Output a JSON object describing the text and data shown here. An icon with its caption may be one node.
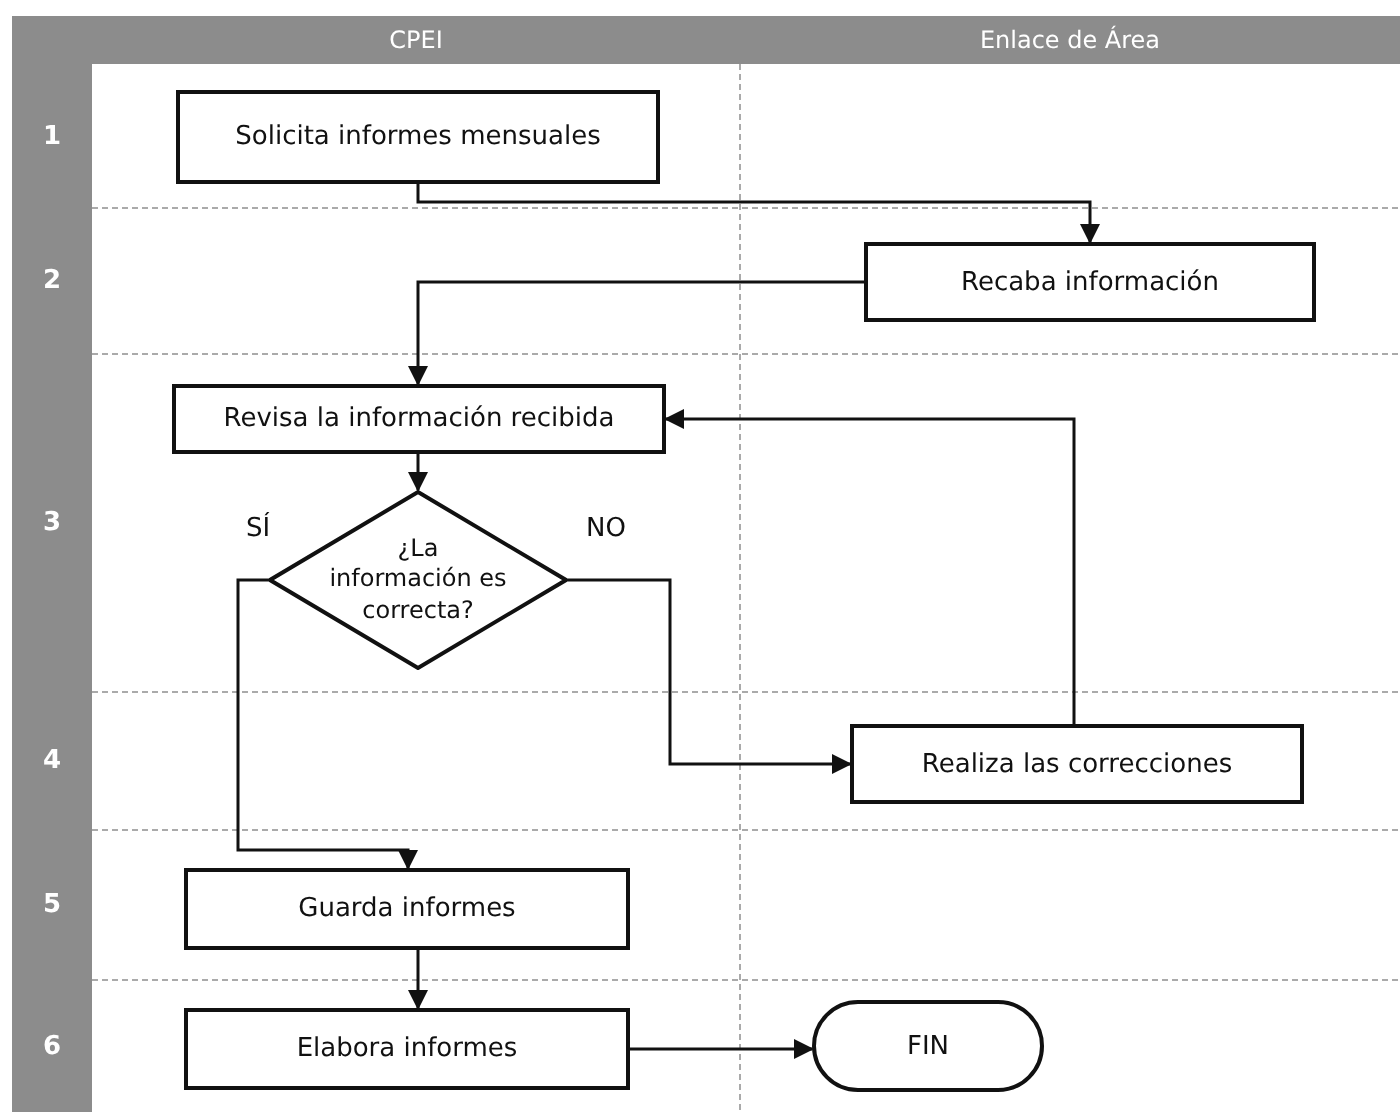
{
  "diagram": {
    "nodes": [
      {
        "text": [
          "CPEI"
        ]
      },
      {
        "text": [
          "Enlace de Área"
        ]
      },
      {
        "text": [
          "Solicita informes mensuales"
        ]
      },
      {
        "text": [
          "Recaba información"
        ]
      },
      {
        "text": [
          "Revisa la información recibida"
        ]
      },
      {
        "text": [
          "¿La información es correcta?"
        ]
      },
      {
        "text": [
          "Realiza las correcciones"
        ]
      },
      {
        "text": [
          "Guarda informes"
        ]
      },
      {
        "text": [
          "Elabora informes"
        ]
      },
      {
        "text": [
          "FIN"
        ]
      }
    ],
    "edges": [
      {
        "from": 2,
        "to": 3,
        "arrow": "to"
      },
      {
        "from": 3,
        "to": 4,
        "arrow": "to"
      },
      {
        "from": 4,
        "to": 5,
        "arrow": "to"
      },
      {
        "from": 5,
        "to": 7,
        "arrow": "to",
        "label": "SÍ"
      },
      {
        "from": 5,
        "to": 6,
        "arrow": "to",
        "label": "NO"
      },
      {
        "from": 6,
        "to": 4,
        "arrow": "to"
      },
      {
        "from": 7,
        "to": 8,
        "arrow": "to"
      },
      {
        "from": 8,
        "to": 9,
        "arrow": "to"
      }
    ],
    "labels": [
      "1",
      "2",
      "3",
      "4",
      "5",
      "6"
    ]
  }
}
